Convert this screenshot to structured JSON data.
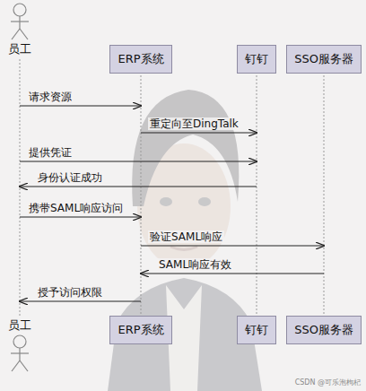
{
  "diagram": {
    "nodes": [
      {
        "text": [
          "员工"
        ]
      },
      {
        "text": [
          "ERP系统"
        ]
      },
      {
        "text": [
          "钉钉"
        ]
      },
      {
        "text": [
          "SSO服务器"
        ]
      },
      {
        "text": [
          "员工"
        ]
      },
      {
        "text": [
          "ERP系统"
        ]
      },
      {
        "text": [
          "钉钉"
        ]
      },
      {
        "text": [
          "SSO服务器"
        ]
      }
    ],
    "edges": [
      {
        "from": 0,
        "to": 4,
        "arrow": "none"
      },
      {
        "from": 1,
        "to": 5,
        "arrow": "none"
      },
      {
        "from": 2,
        "to": 6,
        "arrow": "none"
      },
      {
        "from": 3,
        "to": 7,
        "arrow": "none"
      },
      {
        "from": 0,
        "to": 1,
        "label": "请求资源",
        "arrow": "to"
      },
      {
        "from": 1,
        "to": 2,
        "label": "重定向至DingTalk",
        "arrow": "to"
      },
      {
        "from": 0,
        "to": 2,
        "label": "提供凭证",
        "arrow": "to"
      },
      {
        "from": 2,
        "to": 0,
        "label": "身份认证成功",
        "arrow": "to"
      },
      {
        "from": 0,
        "to": 1,
        "label": "携带SAML响应访问",
        "arrow": "to"
      },
      {
        "from": 1,
        "to": 3,
        "label": "验证SAML响应",
        "arrow": "to"
      },
      {
        "from": 3,
        "to": 1,
        "label": "SAML响应有效",
        "arrow": "to"
      },
      {
        "from": 1,
        "to": 0,
        "label": "授予访问权限",
        "arrow": "to"
      }
    ],
    "labels": [
      "CSDN @可乐泡枸杞"
    ]
  }
}
